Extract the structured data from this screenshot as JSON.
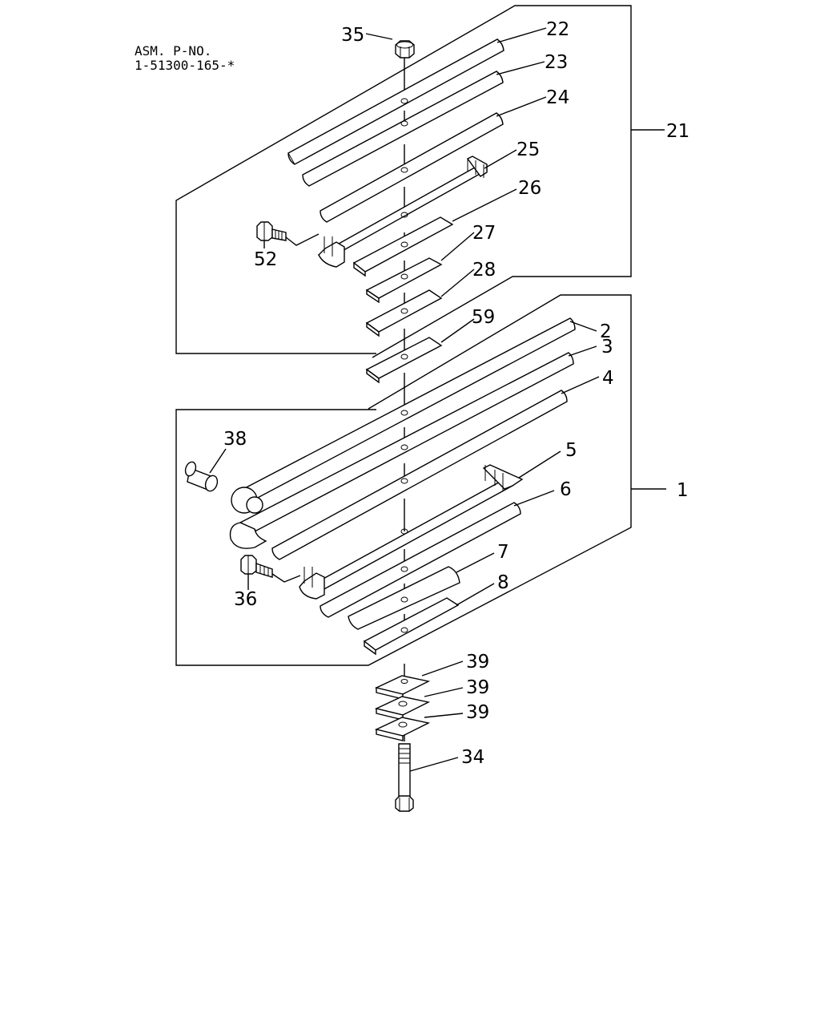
{
  "assembly": {
    "line1": "ASM. P-NO.",
    "line2": "1-51300-165-*"
  },
  "callouts": {
    "c35": "35",
    "c22": "22",
    "c23": "23",
    "c24": "24",
    "c21": "21",
    "c25": "25",
    "c26": "26",
    "c52": "52",
    "c27": "27",
    "c28": "28",
    "c59": "59",
    "c2": "2",
    "c3": "3",
    "c4": "4",
    "c38": "38",
    "c5": "5",
    "c1": "1",
    "c6": "6",
    "c7": "7",
    "c36": "36",
    "c8": "8",
    "c39a": "39",
    "c39b": "39",
    "c39c": "39",
    "c34": "34"
  },
  "colors": {
    "line": "#000000",
    "background": "#ffffff"
  }
}
